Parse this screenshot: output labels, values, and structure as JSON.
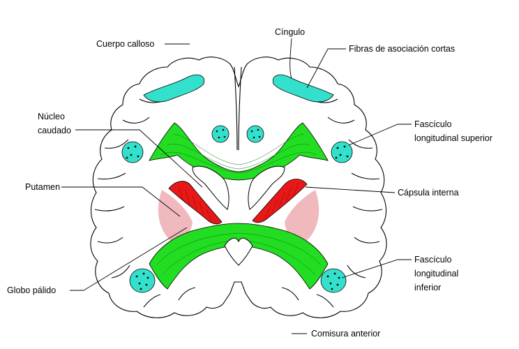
{
  "labels": {
    "cuerpo_calloso": "Cuerpo calloso",
    "cingulo": "Cíngulo",
    "fibras_asociacion": "Fibras de asociación cortas",
    "nucleo_caudado_1": "Núcleo",
    "nucleo_caudado_2": "caudado",
    "fasciculo_sup_1": "Fascículo",
    "fasciculo_sup_2": "longitudinal superior",
    "putamen": "Putamen",
    "capsula_interna": "Cápsula interna",
    "fasciculo_inf_1": "Fascículo",
    "fasciculo_inf_2": "longitudinal",
    "fasciculo_inf_3": "inferior",
    "globo_palido": "Globo pálido",
    "comisura_anterior": "Comisura anterior"
  },
  "colors": {
    "brain": "#f6dcdc",
    "outline": "#000000",
    "tracts": "#22dd22",
    "cingulum": "#33e0cc",
    "capsule": "#e81818",
    "putamen": "#f0b9be",
    "ventricle": "#ffffff"
  }
}
